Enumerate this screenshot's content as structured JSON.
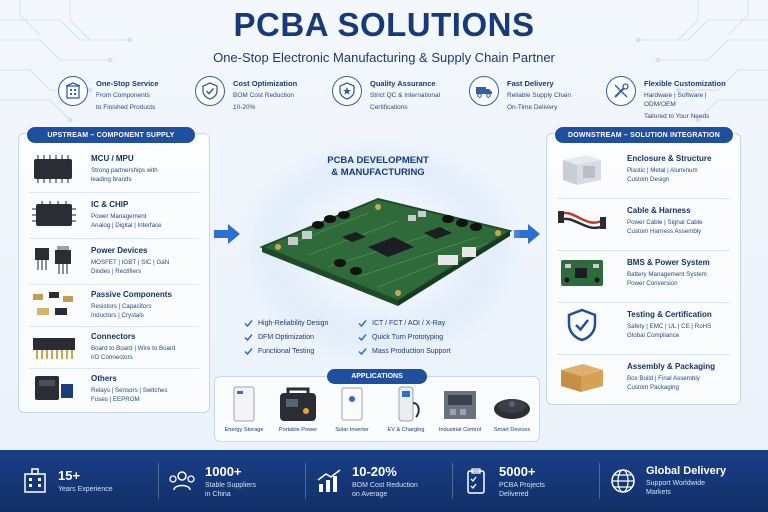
{
  "header": {
    "title": "PCBA SOLUTIONS",
    "subtitle": "One-Stop Electronic Manufacturing & Supply Chain Partner"
  },
  "features": [
    {
      "title": "One-Stop Service",
      "desc1": "From Components",
      "desc2": "to Finished Products",
      "icon": "building-icon"
    },
    {
      "title": "Cost Optimization",
      "desc1": "BOM Cost Reduction",
      "desc2": "10-20%",
      "icon": "shield-check-icon"
    },
    {
      "title": "Quality Assurance",
      "desc1": "Strict QC & International",
      "desc2": "Certifications",
      "icon": "quality-shield-icon"
    },
    {
      "title": "Fast Delivery",
      "desc1": "Reliable Supply Chain",
      "desc2": "On-Time Delivery",
      "icon": "truck-icon"
    },
    {
      "title": "Flexible Customization",
      "desc1": "Hardware | Software | ODM/OEM",
      "desc2": "Tailored to Your Needs",
      "icon": "tools-icon"
    }
  ],
  "upstream": {
    "heading": "UPSTREAM – COMPONENT SUPPLY",
    "items": [
      {
        "title": "MCU / MPU",
        "desc1": "Strong partnerships with",
        "desc2": "leading brands"
      },
      {
        "title": "IC & CHIP",
        "desc1": "Power Management",
        "desc2": "Analog | Digital | Interface"
      },
      {
        "title": "Power Devices",
        "desc1": "MOSFET | IGBT | SIC | GaN",
        "desc2": "Diodes | Rectifiers"
      },
      {
        "title": "Passive Components",
        "desc1": "Resistors | Capacitors",
        "desc2": "Inductors | Crystals"
      },
      {
        "title": "Connectors",
        "desc1": "Board to Board | Wire to Board",
        "desc2": "I/O Connectors"
      },
      {
        "title": "Others",
        "desc1": "Relays | Sensors | Switches",
        "desc2": "Fuses | EEPROM"
      }
    ]
  },
  "center": {
    "title1": "PCBA DEVELOPMENT",
    "title2": "& MANUFACTURING",
    "checks": [
      "High-Reliability Design",
      "ICT / FCT / AOI / X-Ray",
      "DFM Optimization",
      "Quick Turn Prototyping",
      "Functional Testing",
      "Mass Production Support"
    ]
  },
  "applications": {
    "heading": "APPLICATIONS",
    "items": [
      "Energy Storage",
      "Portable Power",
      "Solar Inverter",
      "EV & Charging",
      "Industrial Control",
      "Smart Devices"
    ]
  },
  "downstream": {
    "heading": "DOWNSTREAM – SOLUTION INTEGRATION",
    "items": [
      {
        "title": "Enclosure & Structure",
        "desc1": "Plastic | Metal | Aluminum",
        "desc2": "Custom Design"
      },
      {
        "title": "Cable & Harness",
        "desc1": "Power Cable | Signal Cable",
        "desc2": "Custom Harness Assembly"
      },
      {
        "title": "BMS & Power System",
        "desc1": "Battery Management System",
        "desc2": "Power Conversion"
      },
      {
        "title": "Testing & Certification",
        "desc1": "Safety | EMC | UL | CE | RoHS",
        "desc2": "Global Compliance"
      },
      {
        "title": "Assembly & Packaging",
        "desc1": "Box Build | Final Assembly",
        "desc2": "Custom Packaging"
      }
    ]
  },
  "stats": [
    {
      "value": "15+",
      "label1": "Years Experience",
      "label2": ""
    },
    {
      "value": "1000+",
      "label1": "Stable Suppliers",
      "label2": "in China"
    },
    {
      "value": "10-20%",
      "label1": "BOM Cost Reduction",
      "label2": "on Average"
    },
    {
      "value": "5000+",
      "label1": "PCBA Projects",
      "label2": "Delivered"
    },
    {
      "value": "Global Delivery",
      "label1": "Support Worldwide",
      "label2": "Markets"
    }
  ],
  "colors": {
    "primary": "#1f4f9f",
    "dark": "#173a7a",
    "footer": "#183f86",
    "pcb": "#2f6b3a"
  }
}
